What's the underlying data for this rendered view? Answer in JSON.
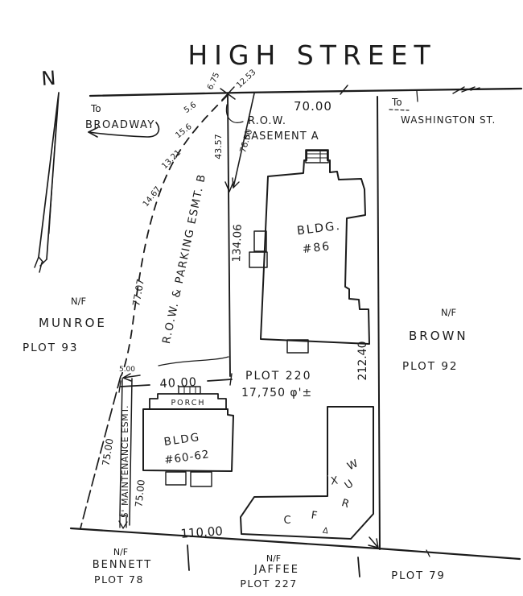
{
  "title": "HIGH STREET",
  "north_label": "N",
  "streets": {
    "broadway": {
      "line1": "To",
      "line2": "BROADWAY"
    },
    "washington": {
      "line1": "To",
      "line2": "WASHINGTON ST."
    }
  },
  "easements": {
    "a_line1": "R.O.W.",
    "a_line2": "EASEMENT A",
    "b": "R.O.W. & PARKING ESMT. B",
    "maintenance": "5' MAINTENANCE ESMT."
  },
  "subject_plot": {
    "name": "PLOT 220",
    "area": "17,750 φ'±"
  },
  "buildings": {
    "bldg86": {
      "line1": "BLDG.",
      "line2": "#86"
    },
    "bldg60_62": {
      "line1": "BLDG",
      "line2": "#60-62",
      "porch": "PORCH"
    },
    "l_building_letters": [
      "W",
      "X",
      "U",
      "R",
      "F",
      "C",
      "Δ"
    ]
  },
  "neighbors": {
    "munroe": {
      "nf": "N/F",
      "name": "MUNROE",
      "plot": "PLOT 93"
    },
    "brown": {
      "nf": "N/F",
      "name": "BROWN",
      "plot": "PLOT 92"
    },
    "bennett": {
      "nf": "N/F",
      "name": "BENNETT",
      "plot": "PLOT 78"
    },
    "jaffee": {
      "nf": "N/F",
      "name": "JAFFEE",
      "plot": "PLOT 227"
    },
    "plot79": "PLOT 79"
  },
  "dims": {
    "high_street_frontage": "70.00",
    "apex_left": "6.75",
    "apex_right": "12.53",
    "seg1": "5.6",
    "seg2": "15.6",
    "seg3": "13.21",
    "seg4": "14.67",
    "easement_depth": "43.57",
    "easement_diagonal": "76.50",
    "west_upper": "77.07",
    "corridor_depth": "134.06",
    "east_boundary": "212.40",
    "strip_offset": "5.00",
    "lot_width": "40.00",
    "west_lower_outer": "75.00",
    "west_lower_inner": "75.00",
    "south_boundary": "110.00"
  },
  "ink_color": "#1b1b1b",
  "paper_color": "#ffffff"
}
